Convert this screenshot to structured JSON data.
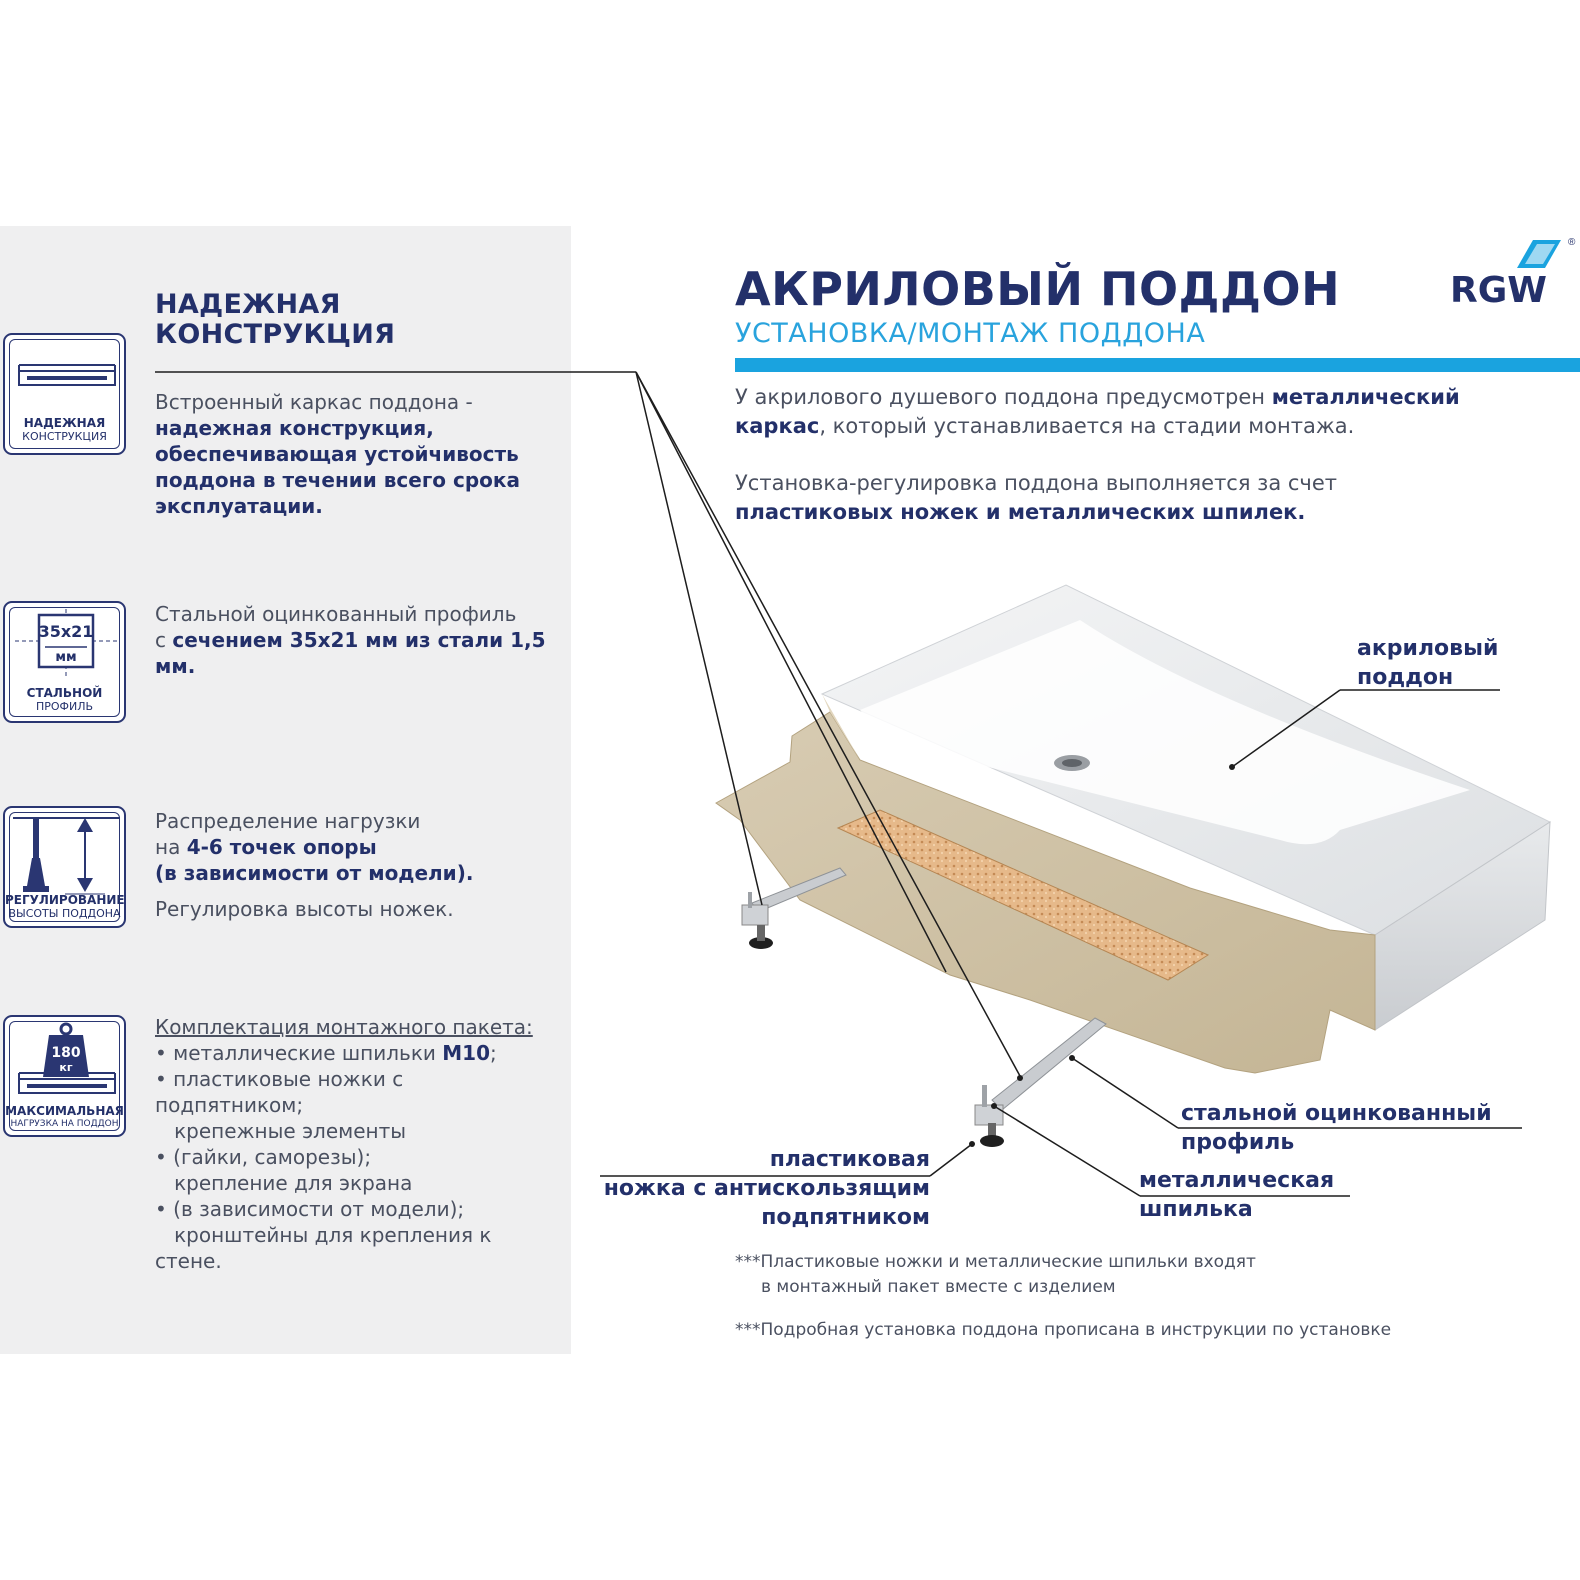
{
  "left": {
    "heading": [
      "НАДЕЖНАЯ",
      "КОНСТРУКЦИЯ"
    ],
    "blocks": [
      {
        "icon": "frame-icon",
        "caption_bold": "НАДЕЖНАЯ",
        "caption": "КОНСТРУКЦИЯ",
        "text": "Встроенный каркас поддона -",
        "text_bold": "надежная конструкция, обеспечивающая устойчивость поддона в течении всего срока эксплуатации."
      },
      {
        "icon": "steel-profile-icon",
        "icon_label_1": "35х21",
        "icon_label_2": "мм",
        "caption_bold": "СТАЛЬНОЙ",
        "caption": "ПРОФИЛЬ",
        "text": "Стальной оцинкованный профиль",
        "text_2": "с",
        "text_bold": "сечением 35х21 мм из стали 1,5 мм."
      },
      {
        "icon": "height-adjust-icon",
        "caption_bold": "РЕГУЛИРОВАНИЕ",
        "caption": "ВЫСОТЫ ПОДДОНА",
        "text": "Распределение нагрузки",
        "text_2": "на",
        "text_bold": "4-6 точек опоры",
        "text_bold_2": "(в зависимости от модели).",
        "text_3": "Регулировка высоты ножек."
      },
      {
        "icon": "weight-icon",
        "icon_label_1": "180",
        "icon_label_2": "кг",
        "caption_bold": "МАКСИМАЛЬНАЯ",
        "caption": "НАГРУЗКА НА ПОДДОН",
        "kit_title": "Комплектация монтажного пакета:",
        "kit_1": "• металлические шпильки ",
        "kit_1_bold": "М10",
        "kit_1_end": ";",
        "kit_2": "• пластиковые ножки с",
        "kit_3": "подпятником;",
        "kit_4": "   крепежные элементы",
        "kit_5": "• (гайки, саморезы);",
        "kit_6": "   крепление для экрана",
        "kit_7": "• (в зависимости от модели);",
        "kit_8": "   кронштейны для крепления к",
        "kit_9": "стене."
      }
    ]
  },
  "header": {
    "title": "АКРИЛОВЫЙ ПОДДОН",
    "subtitle": "УСТАНОВКА/МОНТАЖ ПОДДОНА",
    "brand": "RGW",
    "brand_reg": "®",
    "accent_color": "#1aa3df",
    "navy_color": "#23306a"
  },
  "intro": {
    "p1_a": "У акрилового душевого поддона предусмотрен ",
    "p1_bold": "металлический каркас",
    "p1_b": ", который устанавливается на стадии монтажа.",
    "p2_a": "Установка-регулировка поддона выполняется за счет",
    "p2_bold": "пластиковых ножек и металлических шпилек."
  },
  "callouts": {
    "tray": [
      "акриловый",
      "поддон"
    ],
    "profile": [
      "стальной оцинкованный",
      "профиль"
    ],
    "stud": [
      "металлическая",
      "шпилька"
    ],
    "foot": [
      "пластиковая",
      "ножка с антискользящим",
      "подпятником"
    ]
  },
  "notes": {
    "n1_a": "***Пластиковые ножки и металлические шпильки входят",
    "n1_b": "в монтажный пакет вместе с изделием",
    "n2": "***Подробная установка поддона прописана в инструкции по установке"
  }
}
